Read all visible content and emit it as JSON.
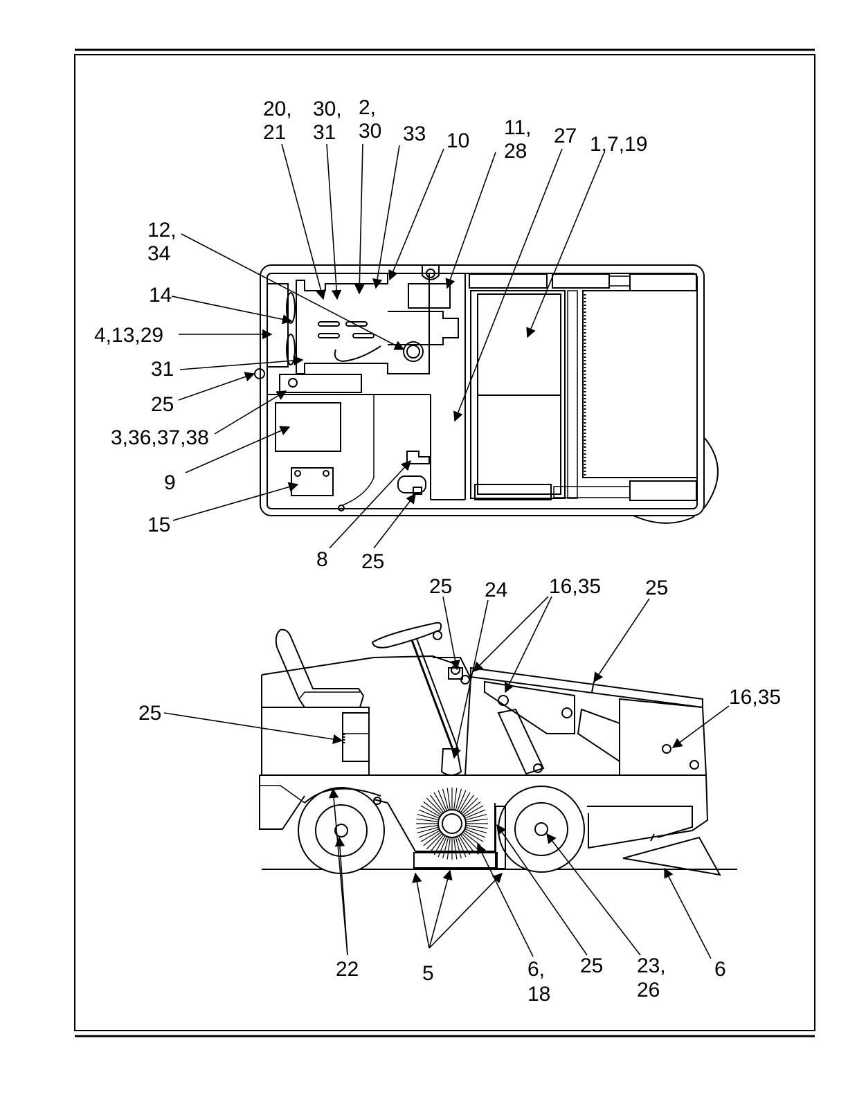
{
  "labels": {
    "l_20_21": [
      "20,",
      "21"
    ],
    "l_30_31": [
      "30,",
      "31"
    ],
    "l_2_30": [
      "2,",
      "30"
    ],
    "l_33": "33",
    "l_10": "10",
    "l_11_28": [
      "11,",
      "28"
    ],
    "l_27": "27",
    "l_1_7_19": "1,7,19",
    "l_12_34": [
      "12,",
      "34"
    ],
    "l_14": "14",
    "l_4_13_29": "4,13,29",
    "l_31": "31",
    "l_25_a": "25",
    "l_3_36_37_38": "3,36,37,38",
    "l_9": "9",
    "l_15": "15",
    "l_8": "8",
    "l_25_b": "25",
    "l_25_c": "25",
    "l_24": "24",
    "l_16_35_a": "16,35",
    "l_25_d": "25",
    "l_16_35_b": "16,35",
    "l_25_e": "25",
    "l_22": "22",
    "l_5": "5",
    "l_6_18": [
      "6,",
      "18"
    ],
    "l_25_f": "25",
    "l_23_26": [
      "23,",
      "26"
    ],
    "l_6": "6"
  }
}
